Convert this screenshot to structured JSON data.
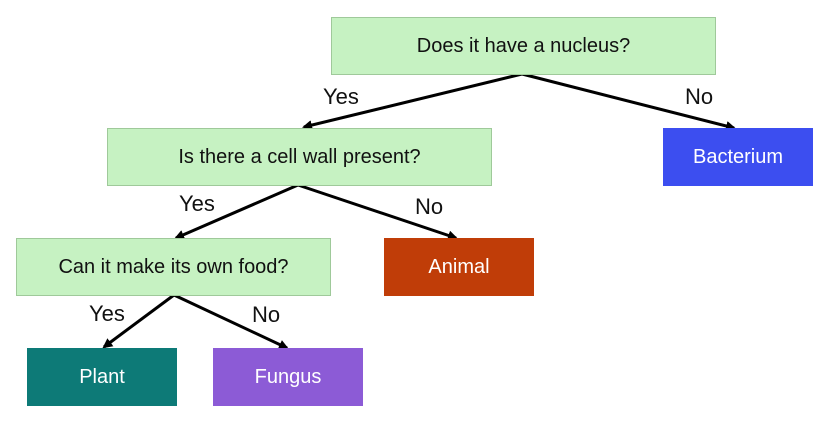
{
  "questions": {
    "q1": "Does it have a nucleus?",
    "q2": "Is there a cell wall present?",
    "q3": "Can it make its own food?"
  },
  "answers": {
    "bacterium": "Bacterium",
    "animal": "Animal",
    "plant": "Plant",
    "fungus": "Fungus"
  },
  "branch_labels": {
    "q1_yes": "Yes",
    "q1_no": "No",
    "q2_yes": "Yes",
    "q2_no": "No",
    "q3_yes": "Yes",
    "q3_no": "No"
  },
  "colors": {
    "question_fill": "#c6f2c2",
    "question_border": "#9fc99a",
    "bacterium": "#3c4ef0",
    "animal": "#c03d08",
    "plant": "#0d7a77",
    "fungus": "#8c5bd6",
    "arrow": "#000000"
  }
}
